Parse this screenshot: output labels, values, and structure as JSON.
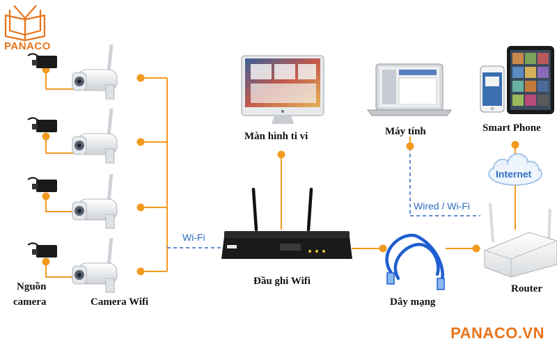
{
  "brand": {
    "logo_text": "PANACO",
    "watermark": "PANACO.VN",
    "accent_color": "#f29a1f",
    "brand_color": "#e8741a",
    "link_blue": "#2f6fc2"
  },
  "labels": {
    "power": "Nguồn",
    "camera_word": "camera",
    "camera_wifi": "Camera Wifi",
    "monitor": "Màn hình ti vi",
    "nvr": "Đầu ghi Wifi",
    "computer": "Máy tính",
    "smartphone": "Smart Phone",
    "cable": "Dây mạng",
    "router": "Router",
    "internet": "Internet",
    "wifi_link": "Wi-Fi",
    "wired_wifi_link": "Wired / Wi-Fi"
  },
  "icons": {
    "logo": "open-book-icon",
    "camera": "bullet-camera-icon",
    "adapter": "power-adapter-icon",
    "monitor": "imac-monitor-icon",
    "laptop": "laptop-icon",
    "phone": "smartphone-icon",
    "tablet": "tablet-icon",
    "router": "router-icon",
    "cloud": "cloud-icon",
    "nvr": "nvr-recorder-icon",
    "cable": "ethernet-cable-icon"
  }
}
